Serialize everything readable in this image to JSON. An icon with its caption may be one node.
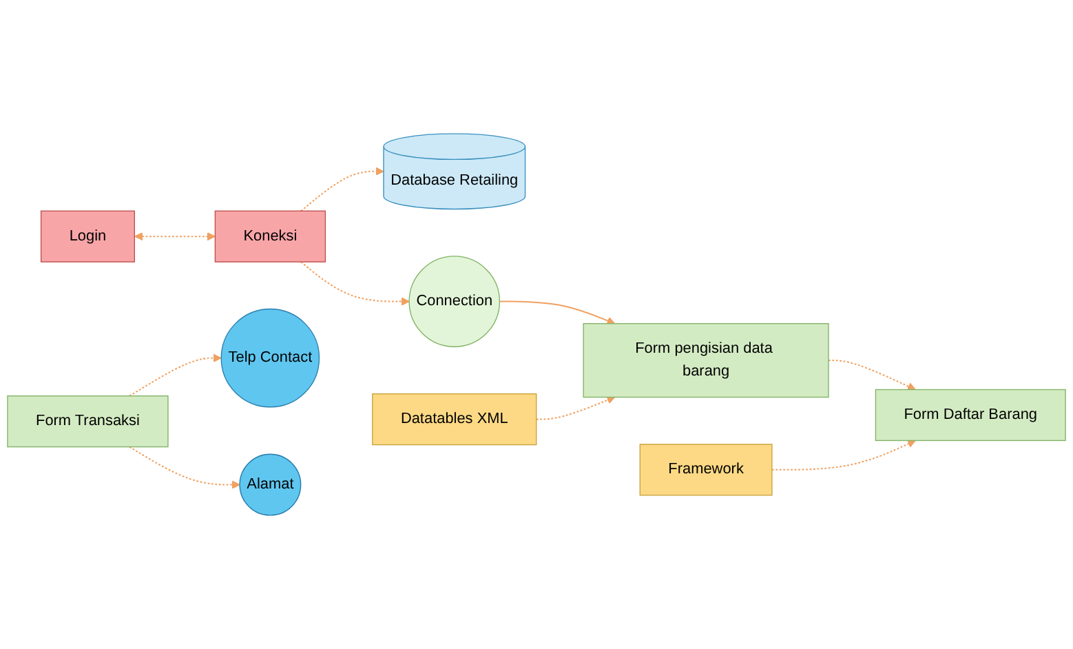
{
  "diagram": {
    "nodes": [
      {
        "text": [
          "Login"
        ]
      },
      {
        "text": [
          "Database Retailing"
        ]
      },
      {
        "text": [
          "Koneksi"
        ]
      },
      {
        "text": [
          "Datatables XML"
        ]
      },
      {
        "text": [
          "Framework"
        ]
      },
      {
        "text": [
          "Connection"
        ]
      },
      {
        "text": [
          "Form pengisian data barang"
        ]
      },
      {
        "text": [
          "Form Daftar Barang"
        ]
      },
      {
        "text": [
          "Telp Contact"
        ]
      },
      {
        "text": [
          "Form Transaksi"
        ]
      },
      {
        "text": [
          "Alamat"
        ]
      }
    ],
    "edges": [
      {
        "from": 0,
        "to": 2,
        "arrow": "both",
        "style": "dashed"
      },
      {
        "from": 2,
        "to": 1,
        "arrow": "to",
        "style": "dashed"
      },
      {
        "from": 2,
        "to": 5,
        "arrow": "to",
        "style": "dashed"
      },
      {
        "from": 5,
        "to": 6,
        "arrow": "to"
      },
      {
        "from": 3,
        "to": 6,
        "arrow": "to",
        "style": "dashed"
      },
      {
        "from": 6,
        "to": 7,
        "arrow": "to",
        "style": "dashed"
      },
      {
        "from": 4,
        "to": 7,
        "arrow": "to",
        "style": "dashed"
      },
      {
        "from": 9,
        "to": 8,
        "arrow": "to",
        "style": "dashed"
      },
      {
        "from": 9,
        "to": 10,
        "arrow": "to",
        "style": "dashed"
      }
    ]
  }
}
